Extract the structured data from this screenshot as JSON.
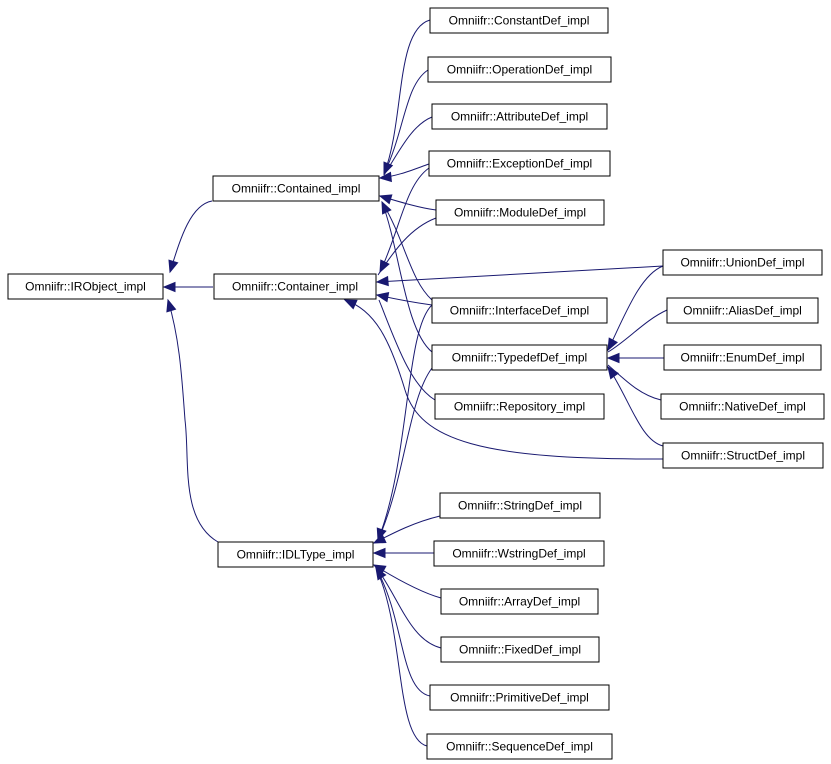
{
  "diagram": {
    "edge_color": "#191970",
    "nodes": {
      "irobject": "Omniifr::IRObject_impl",
      "contained": "Omniifr::Contained_impl",
      "container": "Omniifr::Container_impl",
      "idltype": "Omniifr::IDLType_impl",
      "constantdef": "Omniifr::ConstantDef_impl",
      "operationdef": "Omniifr::OperationDef_impl",
      "attributedef": "Omniifr::AttributeDef_impl",
      "exceptiondef": "Omniifr::ExceptionDef_impl",
      "moduledef": "Omniifr::ModuleDef_impl",
      "interfacedef": "Omniifr::InterfaceDef_impl",
      "typedefdef": "Omniifr::TypedefDef_impl",
      "repository": "Omniifr::Repository_impl",
      "uniondef": "Omniifr::UnionDef_impl",
      "aliasdef": "Omniifr::AliasDef_impl",
      "enumdef": "Omniifr::EnumDef_impl",
      "nativedef": "Omniifr::NativeDef_impl",
      "structdef": "Omniifr::StructDef_impl",
      "stringdef": "Omniifr::StringDef_impl",
      "wstringdef": "Omniifr::WstringDef_impl",
      "arraydef": "Omniifr::ArrayDef_impl",
      "fixeddef": "Omniifr::FixedDef_impl",
      "primitivedef": "Omniifr::PrimitiveDef_impl",
      "sequencedef": "Omniifr::SequenceDef_impl"
    }
  }
}
